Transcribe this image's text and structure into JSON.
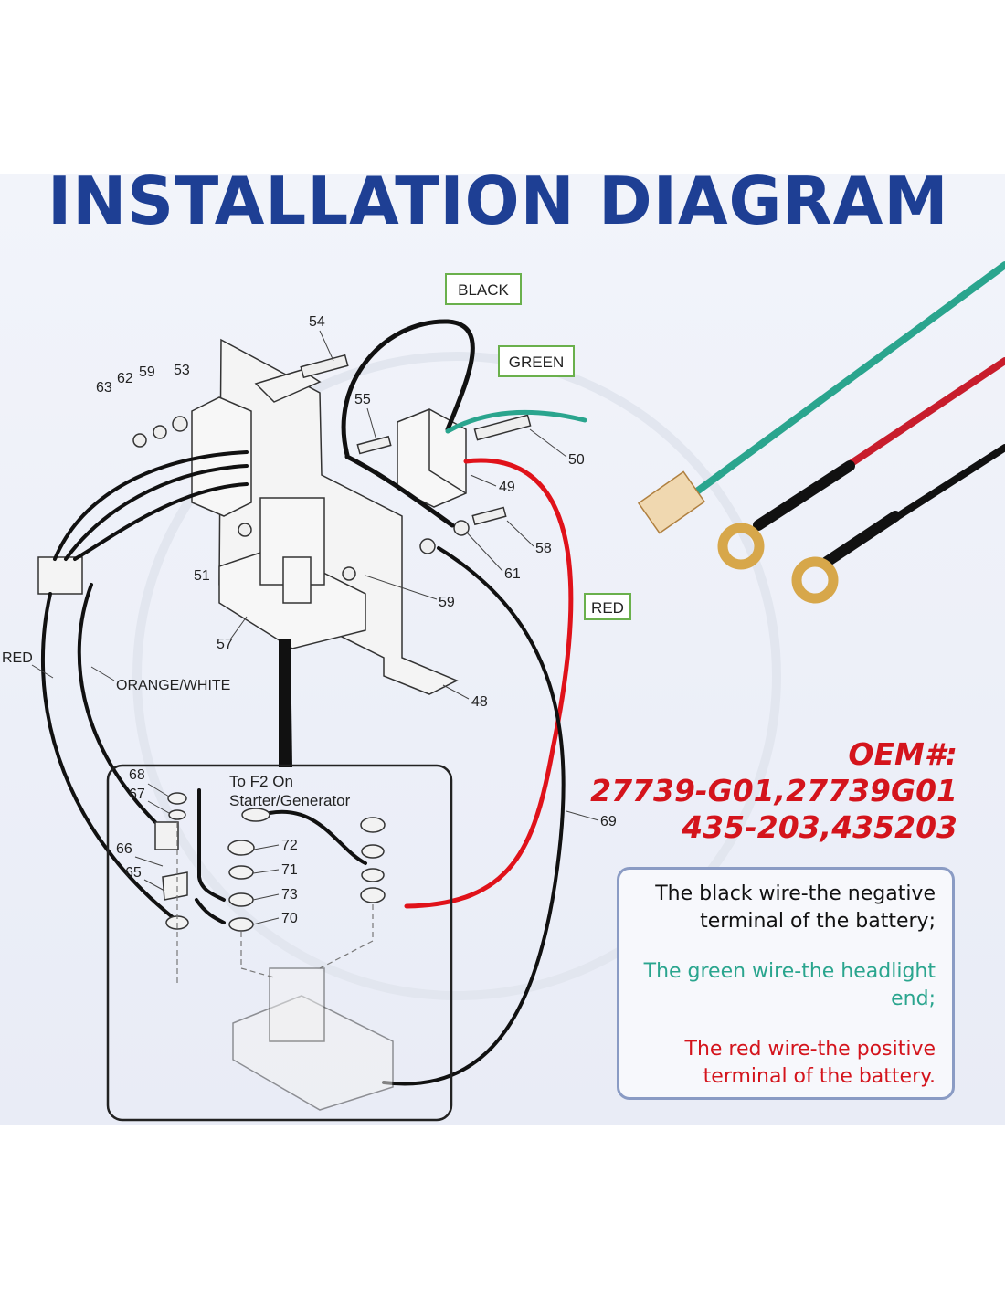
{
  "title": "INSTALLATION DIAGRAM",
  "wire_tags": {
    "black": "BLACK",
    "green": "GREEN",
    "red": "RED"
  },
  "side_labels": {
    "red": "RED",
    "orange_white": "ORANGE/WHITE"
  },
  "part_numbers": [
    "54",
    "63",
    "62",
    "59",
    "53",
    "55",
    "50",
    "49",
    "58",
    "61",
    "51",
    "59",
    "57",
    "48",
    "69",
    "68",
    "67",
    "66",
    "65",
    "72",
    "71",
    "73",
    "70"
  ],
  "inset": {
    "note_line1": "To F2 On",
    "note_line2": "Starter/Generator"
  },
  "oem": {
    "line1": "OEM#:",
    "line2": "27739-G01,27739G01",
    "line3": "435-203,435203"
  },
  "notes": {
    "black": "The black wire-the negative terminal of the battery;",
    "green": "The green wire-the headlight end;",
    "red": "The red wire-the positive terminal of the battery."
  },
  "colors": {
    "title": "#1e3f94",
    "red": "#d4141c",
    "green": "#2aa58e",
    "black": "#111111",
    "box_border": "#8a9bc4"
  }
}
